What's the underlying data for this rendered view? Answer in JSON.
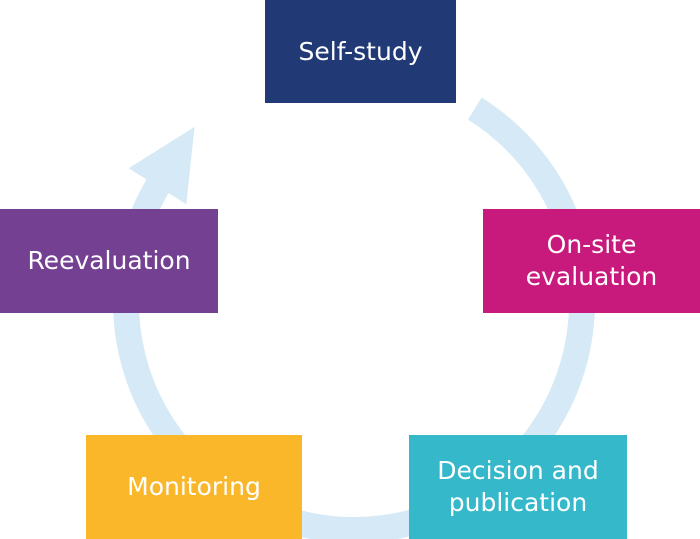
{
  "diagram": {
    "type": "cycle",
    "colors": {
      "ring": "#d5eaf6",
      "self_study": "#213a76",
      "on_site": "#c8197d",
      "decision": "#36b8cb",
      "monitoring": "#fbb72a",
      "reevaluation": "#734092"
    },
    "steps": [
      {
        "id": "self-study",
        "label": "Self-study"
      },
      {
        "id": "on-site-evaluation",
        "label": "On-site\nevaluation"
      },
      {
        "id": "decision-and-publication",
        "label": "Decision and\npublication"
      },
      {
        "id": "monitoring",
        "label": "Monitoring"
      },
      {
        "id": "reevaluation",
        "label": "Reevaluation"
      }
    ]
  }
}
